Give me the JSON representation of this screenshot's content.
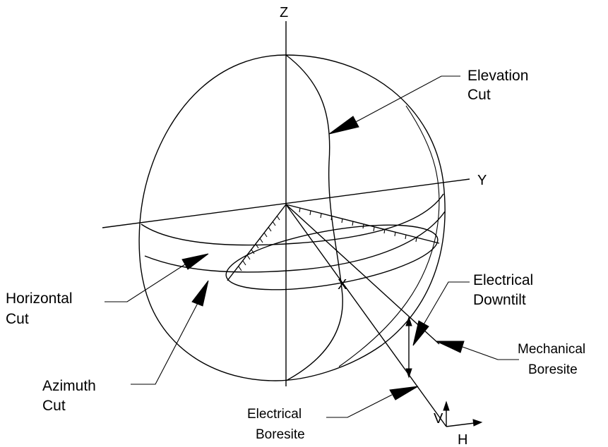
{
  "axes": {
    "z": "Z",
    "y": "Y",
    "x": "X",
    "v": "V",
    "h": "H"
  },
  "labels": {
    "elevation_cut": [
      "Elevation",
      "Cut"
    ],
    "horizontal_cut": [
      "Horizontal",
      "Cut"
    ],
    "azimuth_cut": [
      "Azimuth",
      "Cut"
    ],
    "electrical_downtilt": [
      "Electrical",
      "Downtilt"
    ],
    "mechanical_boresite": [
      "Mechanical",
      "Boresite"
    ],
    "electrical_boresite": [
      "Electrical",
      "Boresite"
    ]
  }
}
